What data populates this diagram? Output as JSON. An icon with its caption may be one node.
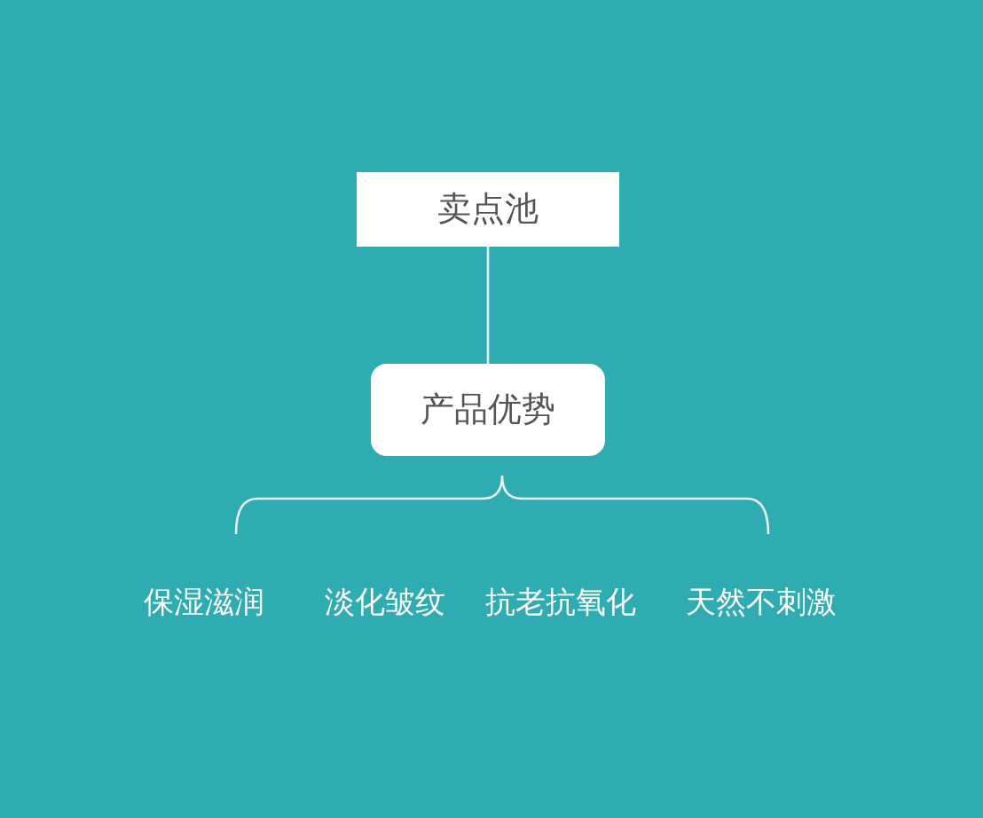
{
  "diagram": {
    "nodes": [
      {
        "text": [
          "卖点池"
        ]
      },
      {
        "text": [
          "产品优势"
        ]
      }
    ],
    "edges": [
      {
        "from": 0,
        "to": 1,
        "arrow": "none"
      }
    ],
    "labels": [
      "保湿滋润",
      "淡化皱纹",
      "抗老抗氧化",
      "天然不刺激"
    ]
  }
}
